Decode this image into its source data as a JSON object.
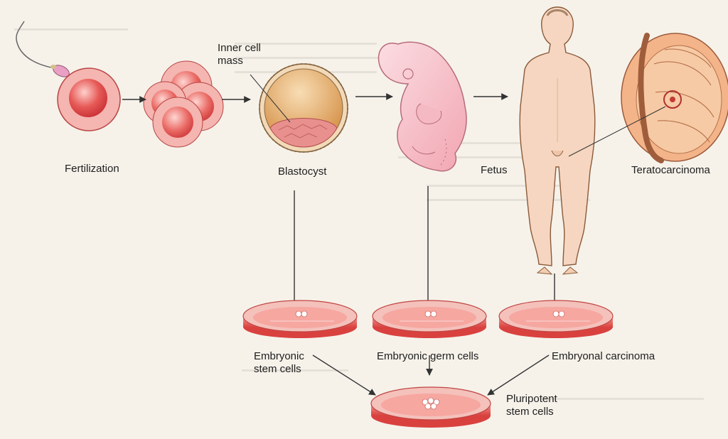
{
  "labels": {
    "fertilization": "Fertilization",
    "inner_cell_mass_line1": "Inner cell",
    "inner_cell_mass_line2": "mass",
    "blastocyst": "Blastocyst",
    "fetus": "Fetus",
    "teratocarcinoma": "Teratocarcinoma",
    "embryonic_stem_cells_line1": "Embryonic",
    "embryonic_stem_cells_line2": "stem cells",
    "embryonic_germ_cells": "Embryonic germ cells",
    "embryonal_carcinoma": "Embryonal carcinoma",
    "pluripotent_line1": "Pluripotent",
    "pluripotent_line2": "stem cells"
  },
  "colors": {
    "cell_red": "#e0494b",
    "cell_pink": "#f4b9b4",
    "embryo_pink": "#f7c4cb",
    "skin": "#f6d6c0",
    "dish_red": "#e25a57",
    "blastocyst_gold": "#e3a55b",
    "arrow": "#333333"
  }
}
